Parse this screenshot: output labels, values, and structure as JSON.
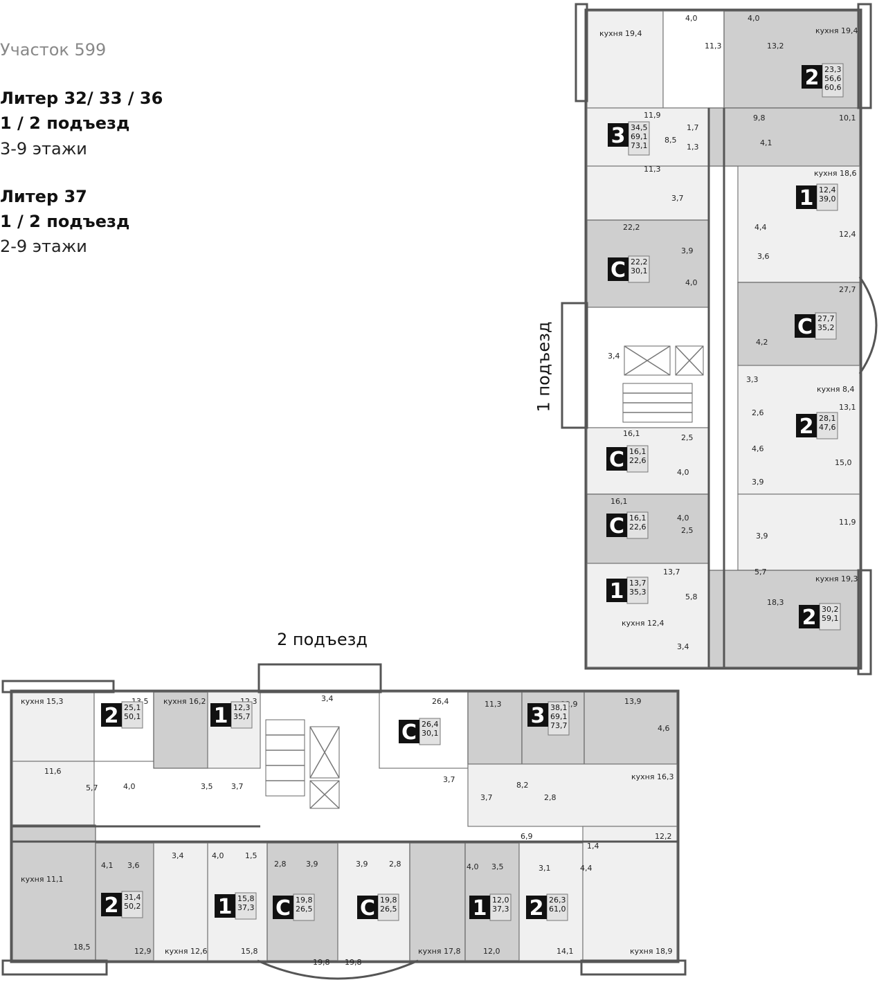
{
  "header": {
    "plot": "Участок 599",
    "block_a": {
      "liter": "Литер 32/ 33 / 36",
      "entrances": "1 / 2 подъезд",
      "floors": "3-9 этажи"
    },
    "block_b": {
      "liter": "Литер 37",
      "entrances": "1 / 2 подъезд",
      "floors": "2-9 этажи"
    }
  },
  "entrance_labels": {
    "first": "1 подъезд",
    "second": "2 подъезд"
  },
  "colors": {
    "apartment_dark": "#cfcfcf",
    "apartment_light": "#f0f0f0",
    "wall": "#555555",
    "badge": "#111111"
  },
  "apartments_entrance_1": [
    {
      "type": "2",
      "areas": [
        "23,3",
        "56,6",
        "60,6"
      ]
    },
    {
      "type": "3",
      "areas": [
        "34,5",
        "69,1",
        "73,1"
      ]
    },
    {
      "type": "1",
      "areas": [
        "12,4",
        "39,0"
      ]
    },
    {
      "type": "С",
      "areas": [
        "22,2",
        "30,1"
      ]
    },
    {
      "type": "С",
      "areas": [
        "27,7",
        "35,2"
      ]
    },
    {
      "type": "2",
      "areas": [
        "28,1",
        "47,6"
      ]
    },
    {
      "type": "С",
      "areas": [
        "16,1",
        "22,6"
      ]
    },
    {
      "type": "С",
      "areas": [
        "16,1",
        "22,6"
      ]
    },
    {
      "type": "1",
      "areas": [
        "13,7",
        "35,3"
      ]
    },
    {
      "type": "2",
      "areas": [
        "30,2",
        "59,1"
      ]
    }
  ],
  "apartments_entrance_2": [
    {
      "type": "2",
      "areas": [
        "25,1",
        "50,1"
      ]
    },
    {
      "type": "1",
      "areas": [
        "12,3",
        "35,7"
      ]
    },
    {
      "type": "С",
      "areas": [
        "26,4",
        "30,1"
      ]
    },
    {
      "type": "3",
      "areas": [
        "38,1",
        "69,1",
        "73,7"
      ]
    },
    {
      "type": "2",
      "areas": [
        "31,4",
        "50,2"
      ]
    },
    {
      "type": "1",
      "areas": [
        "15,8",
        "37,3"
      ]
    },
    {
      "type": "С",
      "areas": [
        "19,8",
        "26,5"
      ]
    },
    {
      "type": "С",
      "areas": [
        "19,8",
        "26,5"
      ]
    },
    {
      "type": "1",
      "areas": [
        "12,0",
        "37,3"
      ]
    },
    {
      "type": "2",
      "areas": [
        "26,3",
        "61,0"
      ]
    }
  ],
  "room_labels_entrance_1": [
    "кухня 19,4",
    "4,0",
    "4,0",
    "кухня 19,4",
    "11,3",
    "13,2",
    "11,9",
    "8,5",
    "1,7",
    "1,3",
    "9,8",
    "4,1",
    "10,1",
    "11,3",
    "3,7",
    "кухня 18,6",
    "4,4",
    "12,4",
    "22,2",
    "3,9",
    "3,6",
    "4,0",
    "27,7",
    "4,2",
    "3,4",
    "3,3",
    "кухня 8,4",
    "2,6",
    "13,1",
    "16,1",
    "2,5",
    "4,6",
    "4,0",
    "15,0",
    "3,9",
    "16,1",
    "4,0",
    "3,9",
    "11,9",
    "2,5",
    "13,7",
    "5,7",
    "5,8",
    "кухня 19,3",
    "18,3",
    "кухня 12,4",
    "3,4"
  ],
  "room_labels_entrance_2": [
    "кухня 15,3",
    "13,5",
    "кухня 16,2",
    "12,3",
    "3,4",
    "26,4",
    "11,3",
    "12,9",
    "13,9",
    "4,6",
    "11,6",
    "5,7",
    "4,0",
    "3,5",
    "3,7",
    "3,7",
    "3,7",
    "8,2",
    "2,8",
    "кухня 16,3",
    "6,9",
    "1,4",
    "12,2",
    "4,1",
    "3,6",
    "3,4",
    "4,0",
    "1,5",
    "2,8",
    "3,9",
    "3,9",
    "2,8",
    "4,0",
    "3,5",
    "3,1",
    "4,4",
    "кухня 11,1",
    "18,5",
    "12,9",
    "кухня 12,6",
    "15,8",
    "19,8",
    "19,8",
    "кухня 17,8",
    "12,0",
    "14,1",
    "кухня 18,9"
  ]
}
